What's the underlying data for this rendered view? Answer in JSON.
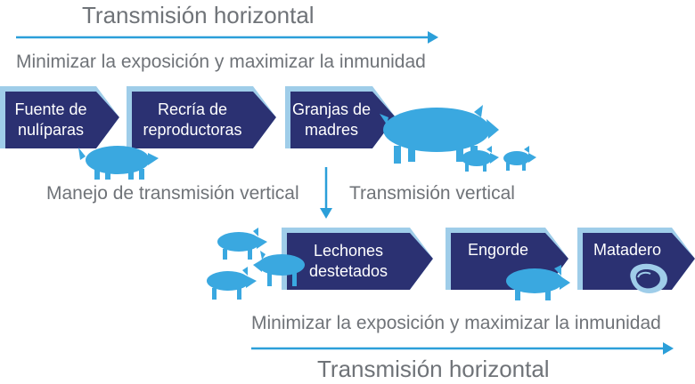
{
  "top": {
    "title": "Transmisión horizontal",
    "subtitle": "Minimizar la exposición y maximizar la inmunidad"
  },
  "stages_top": [
    {
      "label": "Fuente de nulíparas"
    },
    {
      "label": "Recría de reproductoras"
    },
    {
      "label": "Granjas de madres"
    }
  ],
  "vertical": {
    "left_label": "Manejo de transmisión vertical",
    "right_label": "Transmisión vertical"
  },
  "stages_bottom": [
    {
      "label": "Lechones destetados"
    },
    {
      "label": "Engorde"
    },
    {
      "label": "Matadero",
      "icon": "meat-steak-icon"
    }
  ],
  "bottom": {
    "subtitle": "Minimizar la exposición y maximizar la inmunidad",
    "title": "Transmisión horizontal"
  },
  "colors": {
    "stage_fill": "#2b3172",
    "stage_border": "#9fcde9",
    "arrow": "#2b9fd9",
    "pig": "#3aa8e0",
    "text_gray": "#6f7378"
  }
}
